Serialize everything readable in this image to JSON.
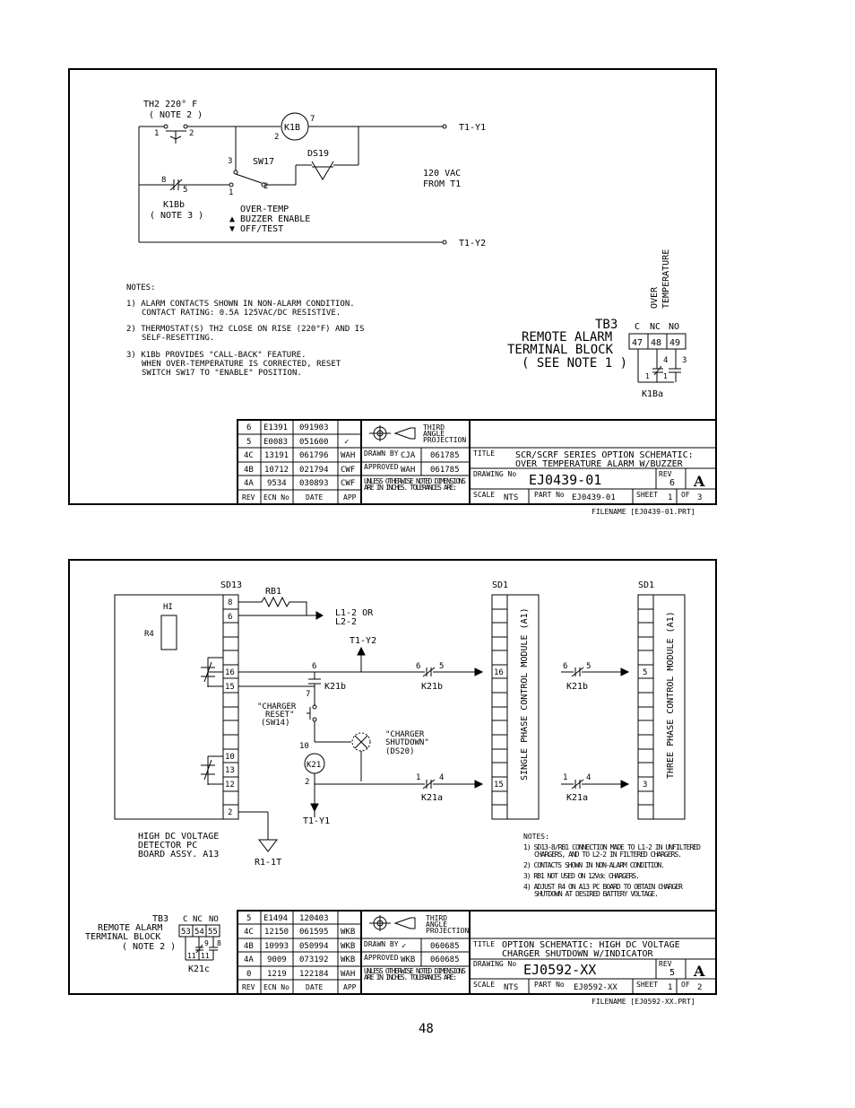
{
  "page_number": "48",
  "schematic1": {
    "th2": "TH2 220° F",
    "th2_note": "( NOTE 2 )",
    "th2_pin1": "1",
    "th2_pin2": "2",
    "k1b": "K1B",
    "k1b_pin7": "7",
    "k1b_pin2": "2",
    "sw17": "SW17",
    "sw17_pin3": "3",
    "sw17_pin2": "2",
    "sw17_pin1": "1",
    "ds19": "DS19",
    "k1bb_pin8": "8",
    "k1bb_pin5": "5",
    "k1bb": "K1Bb",
    "k1bb_note": "( NOTE 3 )",
    "t1y1": "T1-Y1",
    "t1y2": "T1-Y2",
    "vac": "120 VAC",
    "from": "FROM T1",
    "over_temp": "OVER-TEMP",
    "buzzer": "▲ BUZZER ENABLE",
    "offtest": "▼ OFF/TEST",
    "notes_title": "NOTES:",
    "note1a": "1) ALARM CONTACTS SHOWN IN NON-ALARM CONDITION.",
    "note1b": "CONTACT RATING: 0.5A 125VAC/DC RESISTIVE.",
    "note2a": "2) THERMOSTAT(S) TH2 CLOSE ON RISE (220°F) AND IS",
    "note2b": "SELF-RESETTING.",
    "note3a": "3) K1Bb PROVIDES \"CALL-BACK\" FEATURE.",
    "note3b": "WHEN OVER-TEMPERATURE IS CORRECTED, RESET",
    "note3c": "SWITCH SW17 TO \"ENABLE\" POSITION.",
    "over_label": "OVER",
    "temperature_label": "TEMPERATURE",
    "tb3": "TB3",
    "tb3_line2": "REMOTE ALARM",
    "tb3_line3": "TERMINAL BLOCK",
    "tb3_line4": "( SEE NOTE 1 )",
    "c": "C",
    "nc": "NC",
    "no": "NO",
    "t47": "47",
    "t48": "48",
    "t49": "49",
    "k1ba_pin1": "1",
    "k1ba_pin4": "4",
    "k1ba_pin3": "3",
    "k1ba_pin1b": "1",
    "k1ba": "K1Ba"
  },
  "titleblock1": {
    "revs": [
      [
        "6",
        "E1391",
        "091903",
        ""
      ],
      [
        "5",
        "E0083",
        "051600",
        "✓"
      ],
      [
        "4C",
        "13191",
        "061796",
        "WAH"
      ],
      [
        "4B",
        "10712",
        "021794",
        "CWF"
      ],
      [
        "4A",
        "9534",
        "030893",
        "CWF"
      ]
    ],
    "rev_hdr": "REV",
    "ecn_hdr": "ECN No",
    "date_hdr": "DATE",
    "app_hdr": "APP",
    "third_angle": [
      "THIRD",
      "ANGLE",
      "PROJECTION"
    ],
    "drawn_by_label": "DRAWN BY",
    "drawn_by": "CJA",
    "drawn_date": "061785",
    "approved_label": "APPROVED",
    "approved": "WAH",
    "approved_date": "061785",
    "unless1": "UNLESS OTHERWISE NOTED DIMENSIONS",
    "unless2": "ARE IN INCHES. TOLERANCES ARE:",
    "title_label": "TITLE",
    "title1": "SCR/SCRF SERIES OPTION SCHEMATIC:",
    "title2": "OVER TEMPERATURE ALARM W/BUZZER",
    "drawing_label": "DRAWING No",
    "drawing_no": "EJ0439-01",
    "rev_label": "REV",
    "rev": "6",
    "size": "A",
    "scale_label": "SCALE",
    "scale": "NTS",
    "part_label": "PART No",
    "part": "EJ0439-01",
    "sheet_label": "SHEET",
    "sheet": "1",
    "of_label": "OF",
    "of": "3",
    "filename": "FILENAME [EJ0439-01.PRT]"
  },
  "schematic2": {
    "sd13": "SD13",
    "sd1a": "SD1",
    "sd1b": "SD1",
    "rb1": "RB1",
    "pin8": "8",
    "pin6": "6",
    "pin16": "16",
    "pin15": "15",
    "pin10": "10",
    "pin13": "13",
    "pin12": "12",
    "pin2": "2",
    "hi": "HI",
    "r4": "R4",
    "l12": "L1-2 OR",
    "l22": "L2-2",
    "t1y2": "T1-Y2",
    "k21b_pin6": "6",
    "k21b_pin7": "7",
    "k21b_a": "K21b",
    "k21b2_6": "6",
    "k21b2_5": "5",
    "k21b_b": "K21b",
    "charger_reset1": "\"CHARGER",
    "charger_reset2": "RESET\"",
    "charger_reset3": "(SW14)",
    "charger_shutdown1": "\"CHARGER",
    "charger_shutdown2": "SHUTDOWN\"",
    "charger_shutdown3": "(DS20)",
    "k21_pin10": "10",
    "k21": "K21",
    "k21_pin2": "2",
    "k21a_pin1": "1",
    "k21a_pin4": "4",
    "k21a": "K21a",
    "t1y1": "T1-Y1",
    "single_16": "16",
    "single_15": "15",
    "single_label": "SINGLE PHASE CONTROL MODULE (A1)",
    "three_5": "5",
    "three_3": "3",
    "three_label": "THREE PHASE CONTROL MODULE (A1)",
    "r3_6": "6",
    "r3_5": "5",
    "r3_k21b": "K21b",
    "r4_1": "1",
    "r4_4": "4",
    "r4_k21a": "K21a",
    "hv1": "HIGH DC VOLTAGE",
    "hv2": "DETECTOR PC",
    "hv3": "BOARD ASSY. A13",
    "ground": "R1-1T",
    "notes_title": "NOTES:",
    "note1a": "1) SD13-8/RB1 CONNECTION MADE TO L1-2 IN UNFILTERED",
    "note1b": "CHARGERS, AND TO L2-2 IN FILTERED CHARGERS.",
    "note2": "2) CONTACTS SHOWN IN NON-ALARM CONDITION.",
    "note3": "3) RB1 NOT USED ON 12Vdc CHARGERS.",
    "note4a": "4) ADJUST R4 ON A13 PC BOARD TO OBTAIN CHARGER",
    "note4b": "SHUTDOWN AT DESIRED BATTERY VOLTAGE.",
    "tb3": "TB3",
    "tb3_line2": "REMOTE ALARM",
    "tb3_line3": "TERMINAL BLOCK",
    "tb3_line4": "( NOTE 2 )",
    "c": "C",
    "nc": "NC",
    "no": "NO",
    "t53": "53",
    "t54": "54",
    "t55": "55",
    "k21c_pin11a": "11",
    "k21c_pin11b": "11",
    "k21c_pin9": "9",
    "k21c_pin8": "8",
    "k21c": "K21c"
  },
  "titleblock2": {
    "revs": [
      [
        "5",
        "E1494",
        "120403",
        ""
      ],
      [
        "4C",
        "12150",
        "061595",
        "WKB"
      ],
      [
        "4B",
        "10993",
        "050994",
        "WKB"
      ],
      [
        "4A",
        "9009",
        "073192",
        "WKB"
      ],
      [
        "0",
        "1219",
        "122184",
        "WAH"
      ]
    ],
    "rev_hdr": "REV",
    "ecn_hdr": "ECN No",
    "date_hdr": "DATE",
    "app_hdr": "APP",
    "third_angle": [
      "THIRD",
      "ANGLE",
      "PROJECTION"
    ],
    "drawn_by_label": "DRAWN BY",
    "drawn_by": "✓",
    "drawn_date": "060685",
    "approved_label": "APPROVED",
    "approved": "WKB",
    "approved_date": "060685",
    "unless1": "UNLESS OTHERWISE NOTED DIMENSIONS",
    "unless2": "ARE IN INCHES. TOLERANCES ARE:",
    "title_label": "TITLE",
    "title1": "OPTION SCHEMATIC: HIGH DC VOLTAGE",
    "title2": "CHARGER SHUTDOWN W/INDICATOR",
    "drawing_label": "DRAWING No",
    "drawing_no": "EJ0592-XX",
    "rev_label": "REV",
    "rev": "5",
    "size": "A",
    "scale_label": "SCALE",
    "scale": "NTS",
    "part_label": "PART No",
    "part": "EJ0592-XX",
    "sheet_label": "SHEET",
    "sheet": "1",
    "of_label": "OF",
    "of": "2",
    "filename": "FILENAME [EJ0592-XX.PRT]"
  }
}
